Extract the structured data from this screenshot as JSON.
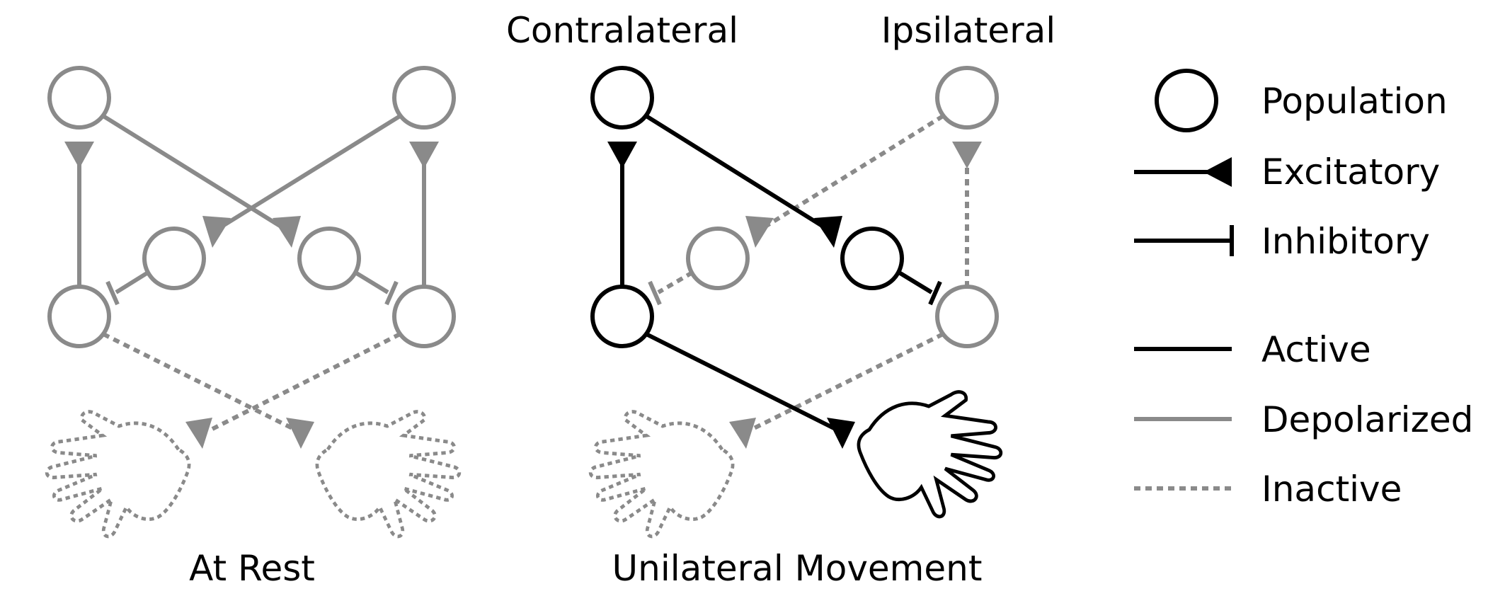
{
  "panels": {
    "rest": {
      "caption": "At Rest"
    },
    "movement": {
      "caption": "Unilateral Movement",
      "left_label": "Contralateral",
      "right_label": "Ipsilateral"
    }
  },
  "legend": {
    "population": "Population",
    "excitatory": "Excitatory",
    "inhibitory": "Inhibitory",
    "active": "Active",
    "depolarized": "Depolarized",
    "inactive": "Inactive"
  },
  "colors": {
    "active": "#000000",
    "depolarized": "#8a8a8a",
    "inactive": "#8a8a8a"
  }
}
